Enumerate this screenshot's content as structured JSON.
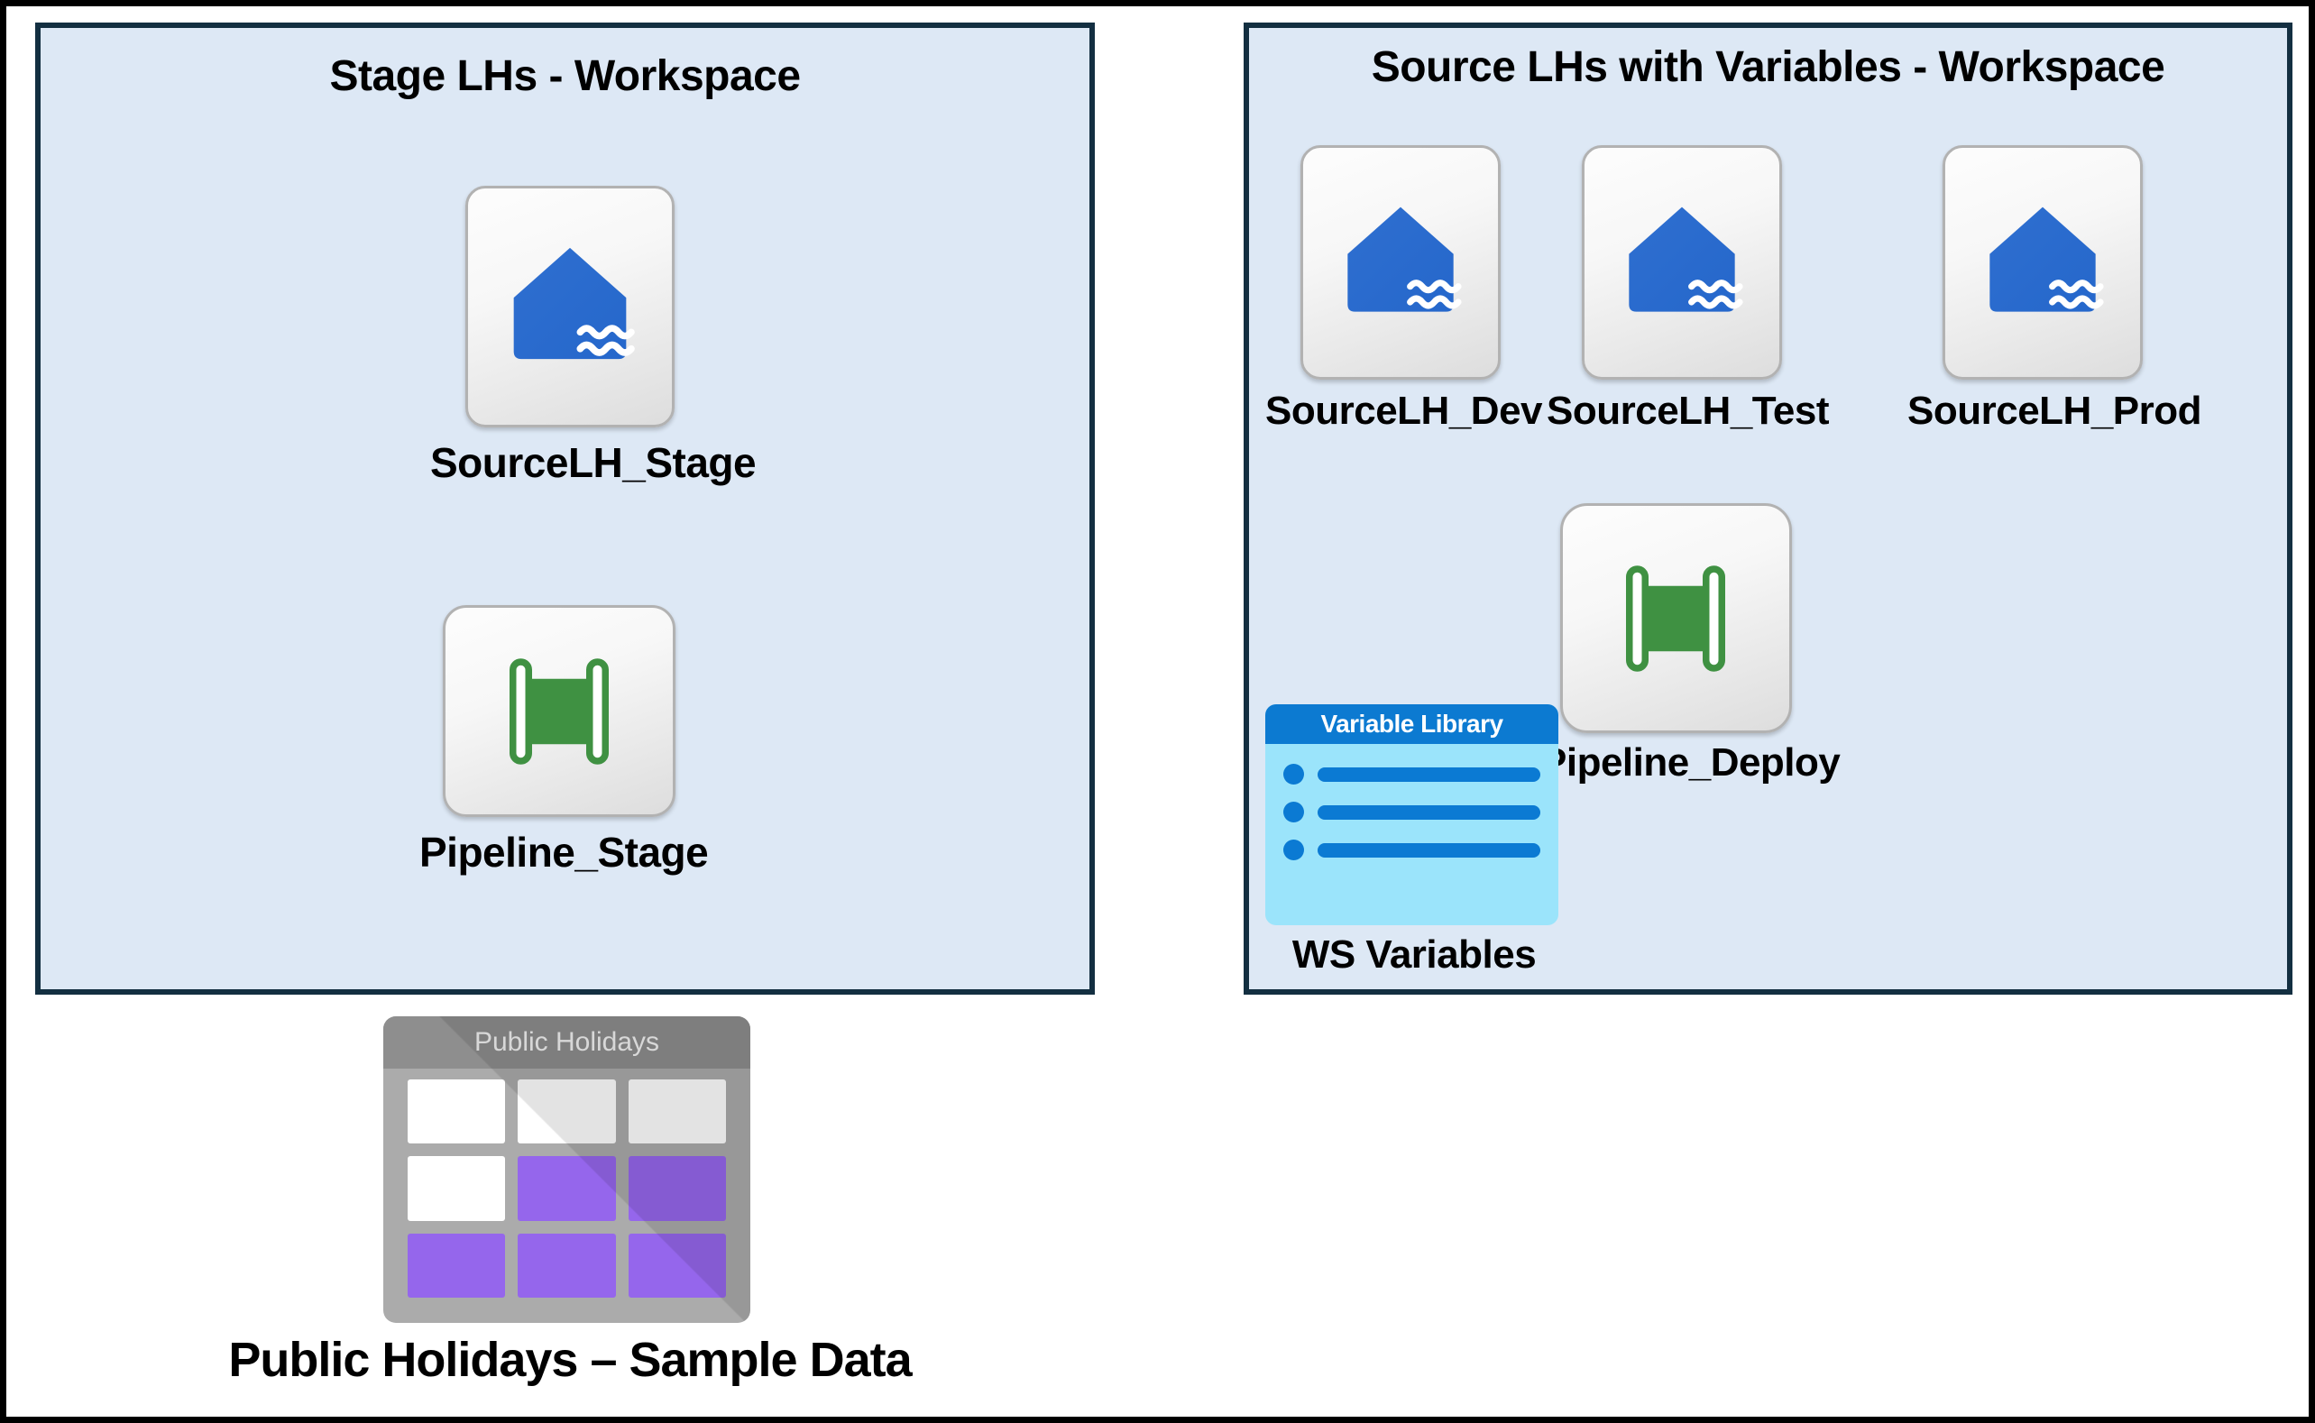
{
  "diagram": {
    "type": "architecture-diagram",
    "background_color": "#ffffff",
    "panel_fill": "#dde8f5",
    "panel_border": "#132f41",
    "accent_blue": "#2b6dd1",
    "accent_green": "#3f9142",
    "accent_purple": "#9566ec",
    "accent_cyan": "#9be4fb"
  },
  "panels": [
    {
      "id": "stage-workspace",
      "title": "Stage LHs - Workspace",
      "items": [
        {
          "label": "SourceLH_Stage",
          "icon": "lakehouse-icon"
        },
        {
          "label": "Pipeline_Stage",
          "icon": "pipeline-icon"
        }
      ]
    },
    {
      "id": "source-workspace",
      "title": "Source LHs with Variables - Workspace",
      "items": [
        {
          "label": "SourceLH_Dev",
          "icon": "lakehouse-icon"
        },
        {
          "label": "SourceLH_Test",
          "icon": "lakehouse-icon"
        },
        {
          "label": "SourceLH_Prod",
          "icon": "lakehouse-icon"
        },
        {
          "label": "Pipeline_Deploy",
          "icon": "pipeline-icon"
        },
        {
          "label": "WS Variables",
          "icon": "variable-library-icon",
          "header": "Variable Library",
          "rows": 3
        }
      ]
    }
  ],
  "standalone": {
    "table_icon": {
      "header": "Public Holidays",
      "caption": "Public Holidays – Sample Data",
      "grid": [
        [
          "white",
          "white",
          "white"
        ],
        [
          "white",
          "purple",
          "purple"
        ],
        [
          "purple",
          "purple",
          "purple"
        ]
      ]
    }
  }
}
